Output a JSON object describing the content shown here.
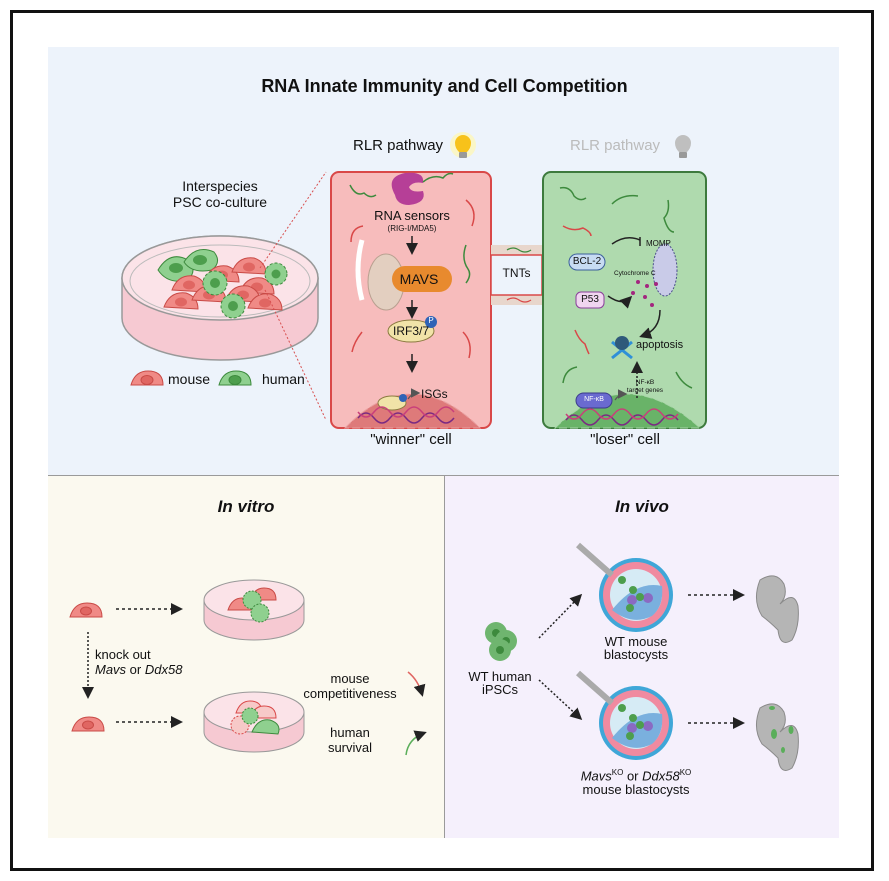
{
  "title": "RNA Innate Immunity and Cell Competition",
  "top_panel": {
    "coculture_label_line1": "Interspecies",
    "coculture_label_line2": "PSC co-culture",
    "legend": [
      {
        "label": "mouse",
        "color": "#f08a86"
      },
      {
        "label": "human",
        "color": "#8fd08f"
      }
    ],
    "winner_cell": {
      "pathway_label": "RLR pathway",
      "pathway_state": "on",
      "sensor_label": "RNA sensors",
      "sensor_sublabel": "(RIG-I/MDA5)",
      "adaptor_label": "MAVS",
      "tf_label": "IRF3/7",
      "phospho_label": "P",
      "gene_label": "ISGs",
      "caption": "\"winner\" cell"
    },
    "tnt_label": "TNTs",
    "loser_cell": {
      "pathway_label": "RLR pathway",
      "pathway_state": "off",
      "bcl2_label": "BCL-2",
      "momp_label": "MOMP",
      "cytc_label": "Cytochrome C",
      "p53_label": "P53",
      "apoptosis_label": "apoptosis",
      "nfkb_label": "NF-κB",
      "target_label_line1": "NF-κB",
      "target_label_line2": "target genes",
      "caption": "\"loser\" cell"
    }
  },
  "in_vitro": {
    "title": "In vitro",
    "knockout_line1": "knock out",
    "knockout_gene1": "Mavs",
    "knockout_or": " or ",
    "knockout_gene2": "Ddx58",
    "outcome1_line1": "mouse",
    "outcome1_line2": "competitiveness",
    "outcome1_trend": "down",
    "outcome2_line1": "human",
    "outcome2_line2": "survival",
    "outcome2_trend": "up"
  },
  "in_vivo": {
    "title": "In vivo",
    "source_line1": "WT human",
    "source_line2": "iPSCs",
    "wt_line1": "WT mouse",
    "wt_line2": "blastocysts",
    "ko_gene1": "Mavs",
    "ko_sup": "KO",
    "ko_or": " or ",
    "ko_gene2": "Ddx58",
    "ko_line2": "mouse blastocysts"
  }
}
